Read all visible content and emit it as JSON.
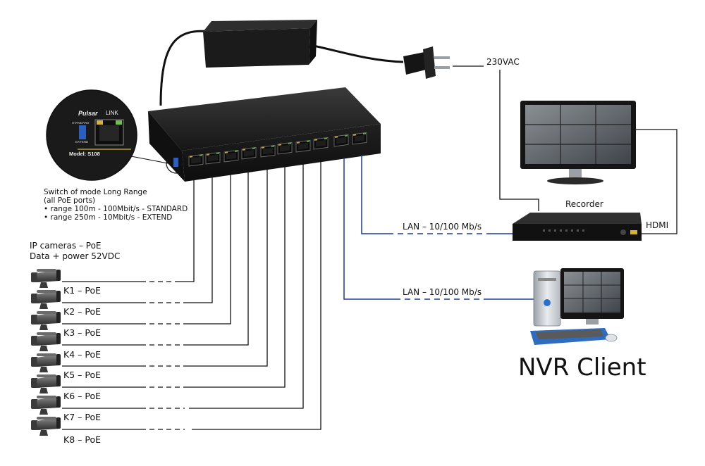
{
  "power": {
    "voltage_label": "230VAC"
  },
  "mode_switch": {
    "title": "Switch of mode Long Range",
    "subtitle": "(all PoE ports)",
    "options": [
      "• range 100m - 100Mbit/s - STANDARD",
      "• range 250m - 10Mbit/s - EXTEND"
    ]
  },
  "switch_device": {
    "brand": "Pulsar",
    "model": "Model: S108",
    "link_label": "LINK",
    "standard_label": "STANDARD",
    "extend_label": "EXTEND"
  },
  "cameras": {
    "header_line1": "IP cameras – PoE",
    "header_line2": "Data + power 52VDC",
    "items": [
      "K1 – PoE",
      "K2 – PoE",
      "K3 – PoE",
      "K4 – PoE",
      "K5 – PoE",
      "K6 – PoE",
      "K7 – PoE",
      "K8 – PoE"
    ]
  },
  "recorder": {
    "label": "Recorder",
    "hdmi_label": "HDMI"
  },
  "links": {
    "lan1_label": "LAN – 10/100 Mb/s",
    "lan2_label": "LAN – 10/100 Mb/s"
  },
  "client": {
    "label": "NVR Client"
  },
  "colors": {
    "lan_line": "#1f3c99",
    "cable": "#111111",
    "device": "#1c1c1c"
  }
}
